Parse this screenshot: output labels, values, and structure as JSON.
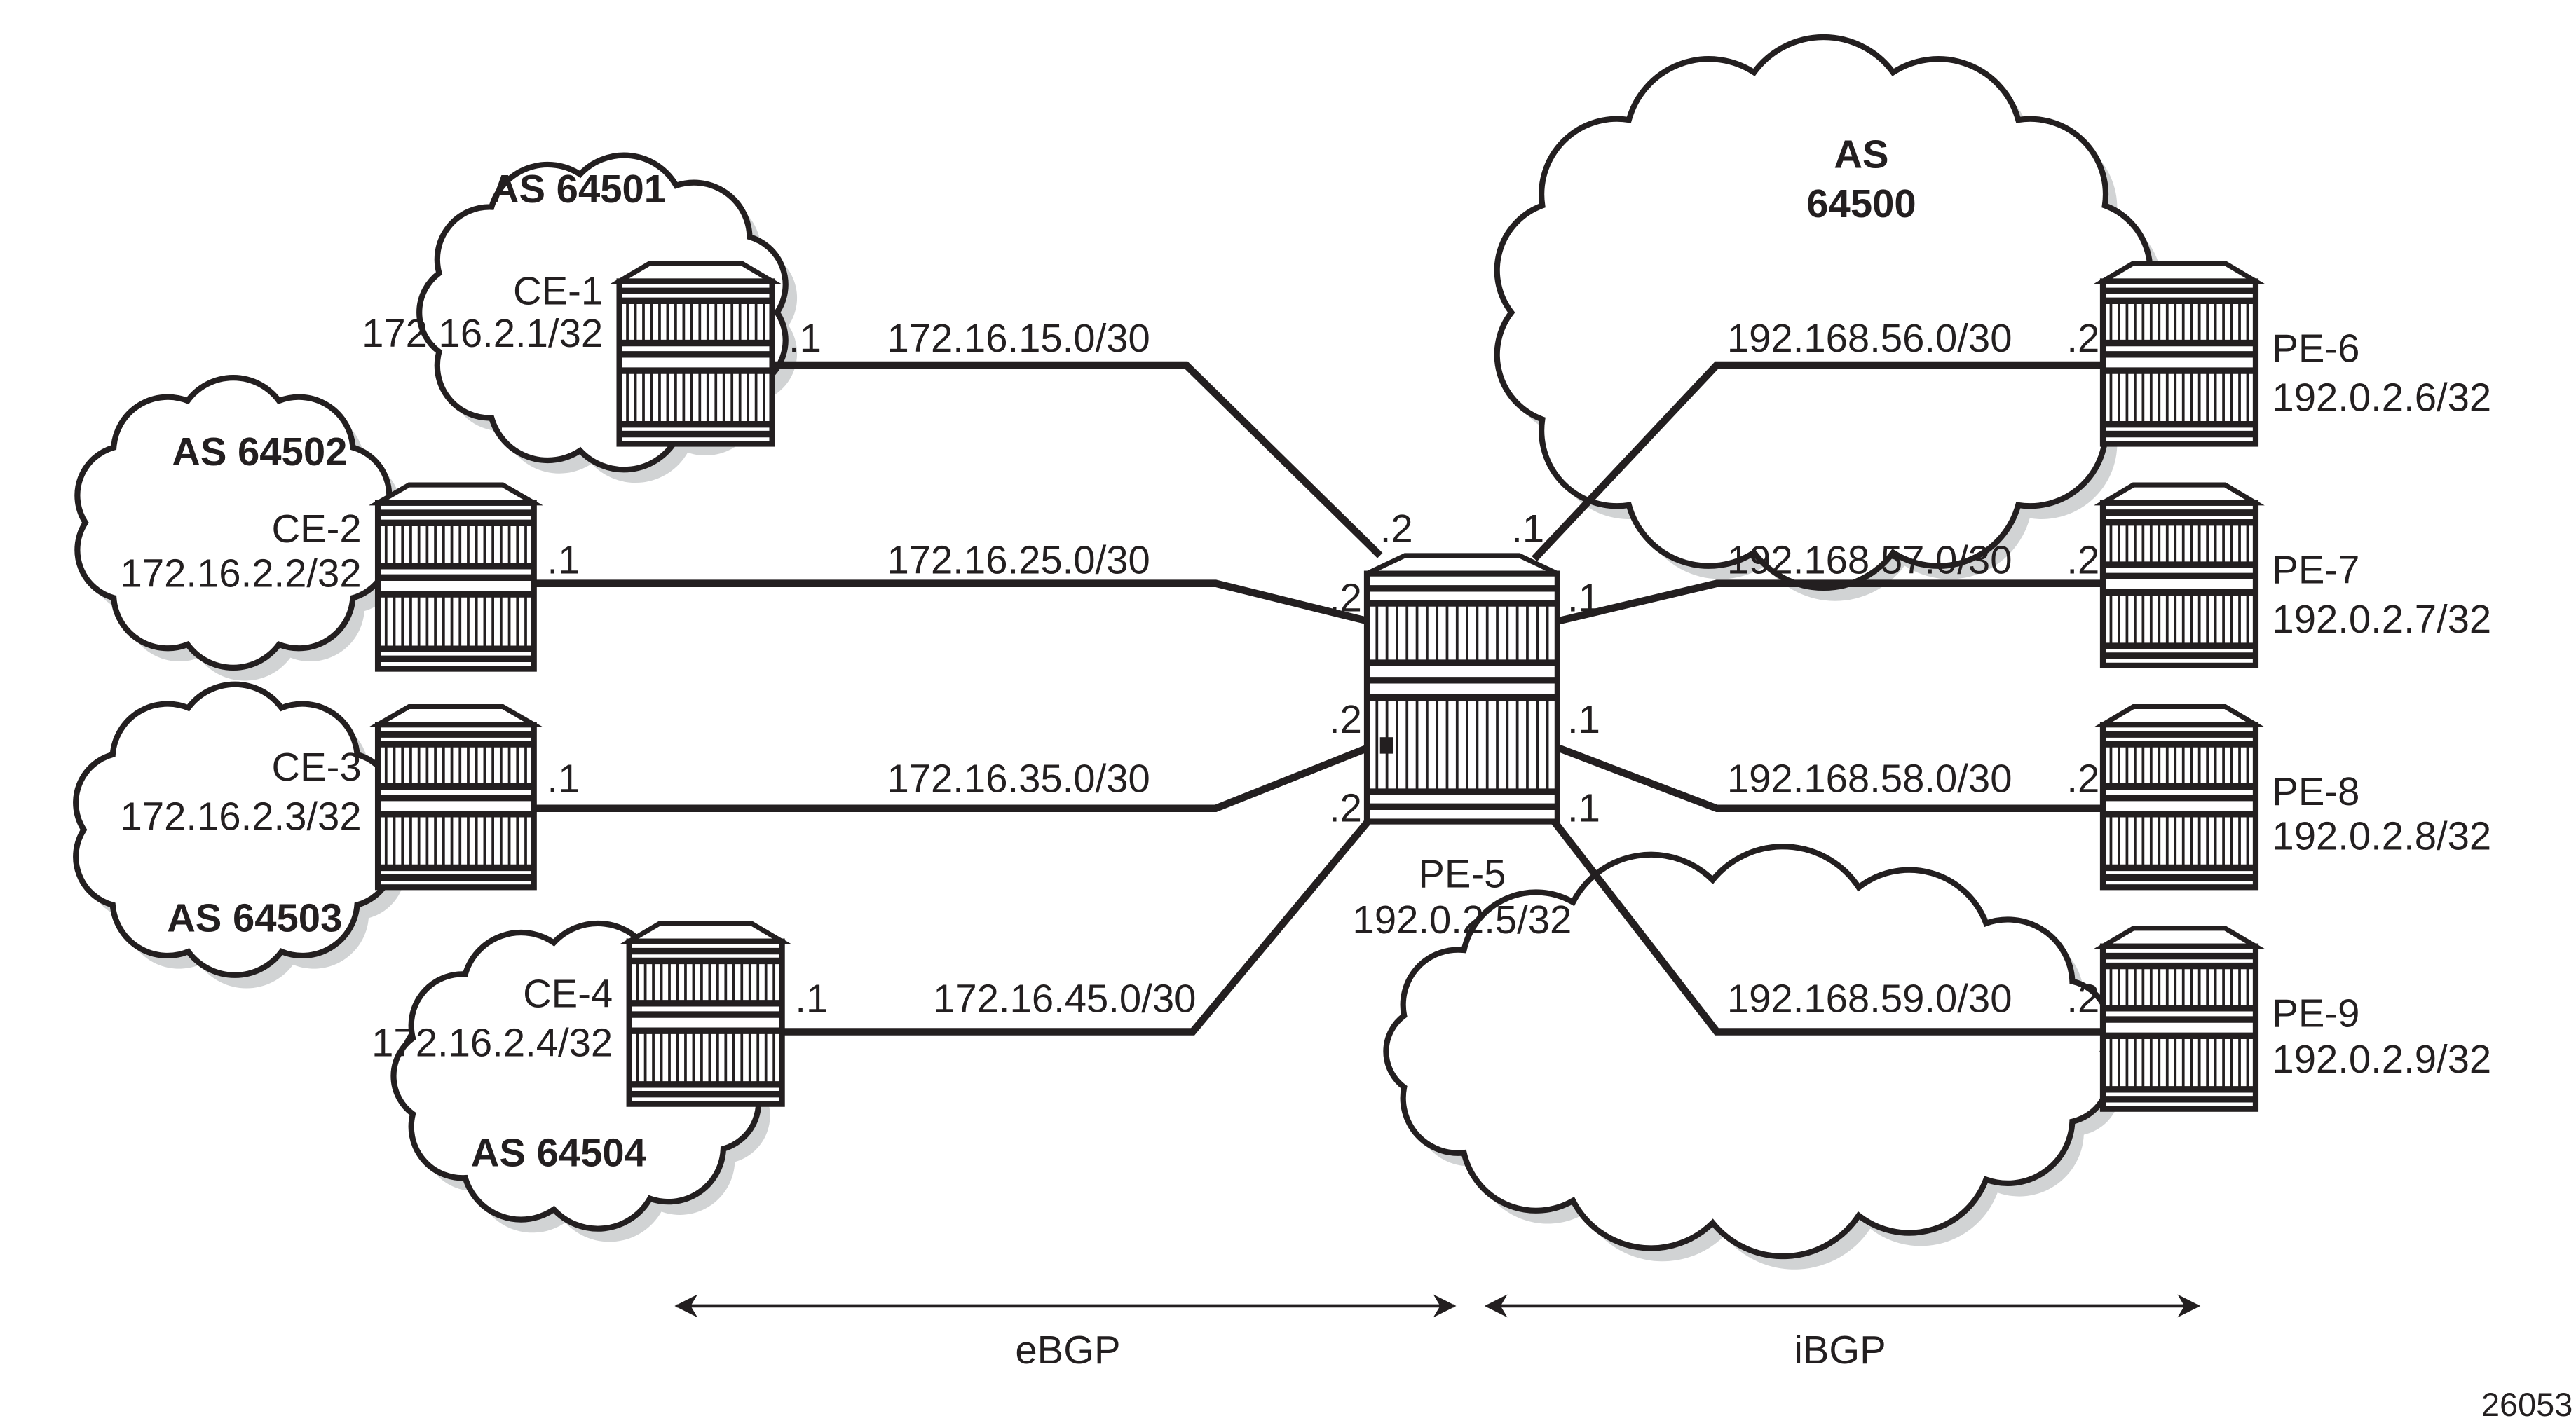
{
  "colors": {
    "ink": "#231f20",
    "shadow": "#d1d3d4",
    "background": "#ffffff"
  },
  "as_labels": {
    "as64501": "AS 64501",
    "as64502": "AS 64502",
    "as64503": "AS 64503",
    "as64504": "AS 64504",
    "as64500_line1": "AS",
    "as64500_line2": "64500"
  },
  "nodes": {
    "ce1": {
      "name": "CE-1",
      "loopback": "172.16.2.1/32"
    },
    "ce2": {
      "name": "CE-2",
      "loopback": "172.16.2.2/32"
    },
    "ce3": {
      "name": "CE-3",
      "loopback": "172.16.2.3/32"
    },
    "ce4": {
      "name": "CE-4",
      "loopback": "172.16.2.4/32"
    },
    "pe5": {
      "name": "PE-5",
      "loopback": "192.0.2.5/32"
    },
    "pe6": {
      "name": "PE-6",
      "loopback": "192.0.2.6/32"
    },
    "pe7": {
      "name": "PE-7",
      "loopback": "192.0.2.7/32"
    },
    "pe8": {
      "name": "PE-8",
      "loopback": "192.0.2.8/32"
    },
    "pe9": {
      "name": "PE-9",
      "loopback": "192.0.2.9/32"
    }
  },
  "links": {
    "ce1_pe5": {
      "subnet": "172.16.15.0/30",
      "a_if": ".1",
      "b_if": ".2"
    },
    "ce2_pe5": {
      "subnet": "172.16.25.0/30",
      "a_if": ".1",
      "b_if": ".2"
    },
    "ce3_pe5": {
      "subnet": "172.16.35.0/30",
      "a_if": ".1",
      "b_if": ".2"
    },
    "ce4_pe5": {
      "subnet": "172.16.45.0/30",
      "a_if": ".1",
      "b_if": ".2"
    },
    "pe5_pe6": {
      "subnet": "192.168.56.0/30",
      "a_if": ".1",
      "b_if": ".2"
    },
    "pe5_pe7": {
      "subnet": "192.168.57.0/30",
      "a_if": ".1",
      "b_if": ".2"
    },
    "pe5_pe8": {
      "subnet": "192.168.58.0/30",
      "a_if": ".1",
      "b_if": ".2"
    },
    "pe5_pe9": {
      "subnet": "192.168.59.0/30",
      "a_if": ".1",
      "b_if": ".2"
    }
  },
  "arrows": {
    "ebgp": "eBGP",
    "ibgp": "iBGP"
  },
  "figure_id": "26053"
}
